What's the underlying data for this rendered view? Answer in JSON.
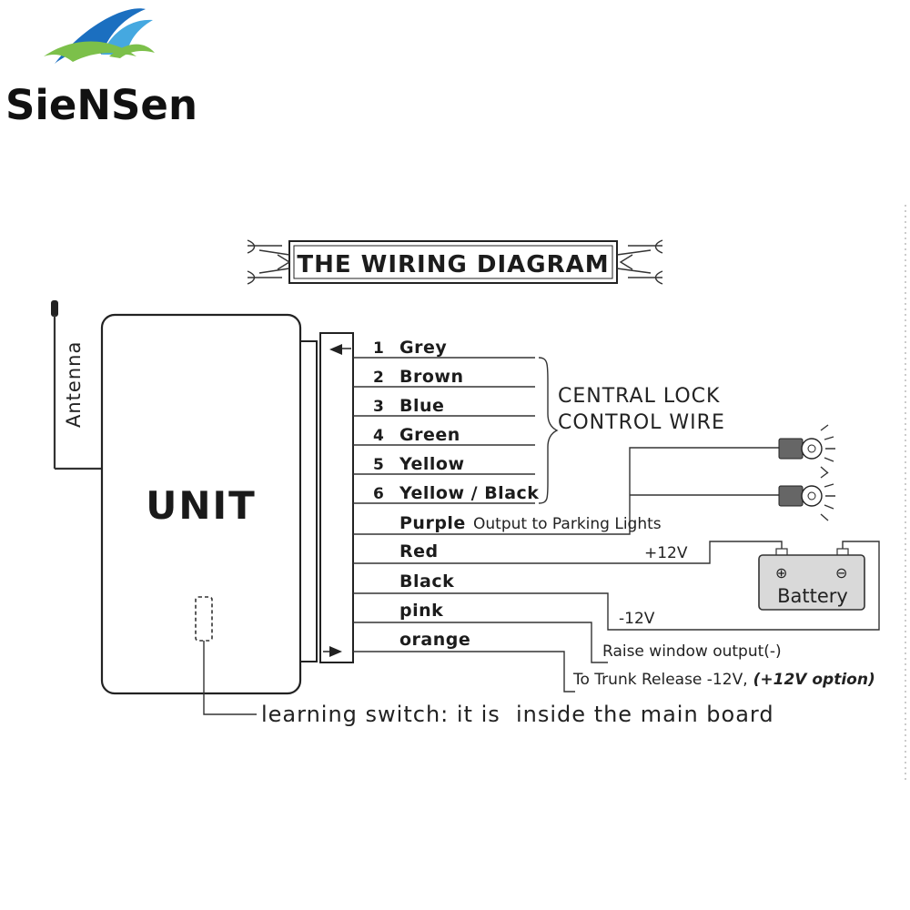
{
  "brand": {
    "name": "SieNSen",
    "colors": {
      "wave_blue": "#1b6fc0",
      "wave_green": "#7cc04a",
      "wave_light": "#45a8e0"
    }
  },
  "title": "THE WIRING DIAGRAM",
  "antenna_label": "Antenna",
  "unit_label": "UNIT",
  "wires": [
    {
      "number": "1",
      "color": "Grey"
    },
    {
      "number": "2",
      "color": "Brown"
    },
    {
      "number": "3",
      "color": "Blue"
    },
    {
      "number": "4",
      "color": "Green"
    },
    {
      "number": "5",
      "color": "Yellow"
    },
    {
      "number": "6",
      "color": "Yellow / Black"
    },
    {
      "number": "",
      "color": "Purple"
    },
    {
      "number": "",
      "color": "Red"
    },
    {
      "number": "",
      "color": "Black"
    },
    {
      "number": "",
      "color": "pink"
    },
    {
      "number": "",
      "color": "orange"
    }
  ],
  "central_lock": {
    "line1": "CENTRAL LOCK",
    "line2": "CONTROL WIRE"
  },
  "parking_output": "Output to Parking Lights",
  "plus12": "+12V",
  "minus12": "-12V",
  "battery": {
    "label": "Battery",
    "plus": "⊕",
    "minus": "⊖"
  },
  "raise_window": "Raise window output(-)",
  "trunk_release": "To Trunk Release -12V,",
  "trunk_option": "(+12V option)",
  "learning_switch": "learning switch: it is  inside the main board"
}
